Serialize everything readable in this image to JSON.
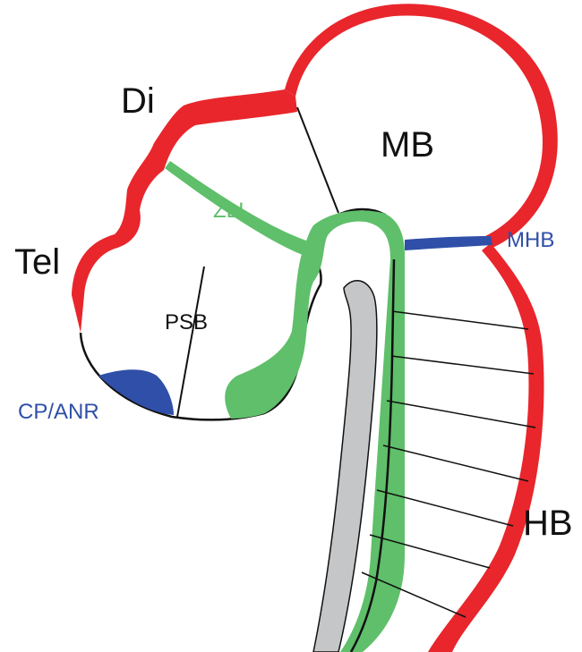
{
  "labels": {
    "di": "Di",
    "mb": "MB",
    "tel": "Tel",
    "zli": "ZLI",
    "mhb": "MHB",
    "psb": "PSB",
    "cp_anr": "CP/ANR",
    "hb": "HB"
  },
  "colors": {
    "red": "#e8262c",
    "green": "#5fbf6a",
    "blue": "#2f4fa8",
    "gray": "#c4c6c8",
    "black": "#111111"
  }
}
